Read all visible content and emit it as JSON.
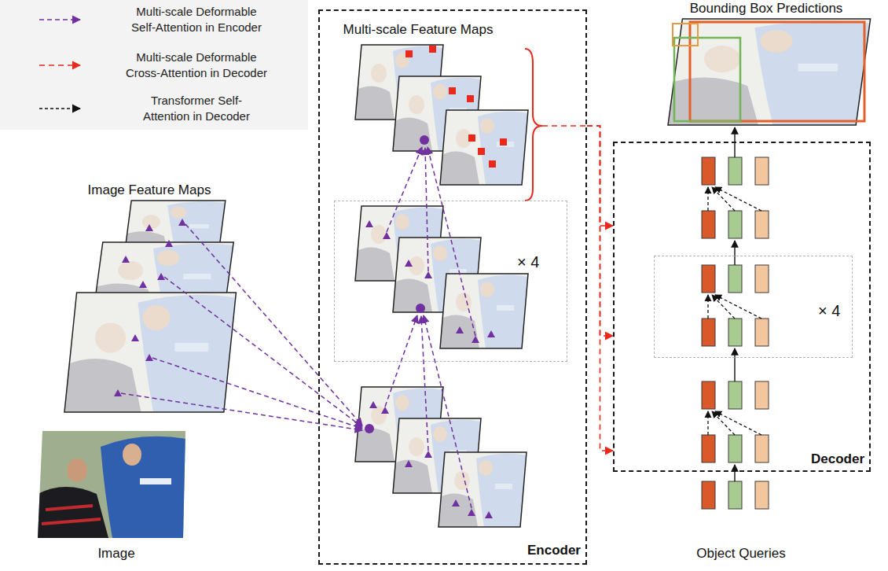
{
  "diagram": {
    "nodes": [
      {
        "text": [
          "Multi-scale Feature Maps",
          "Encoder"
        ]
      },
      {
        "text": [
          "× 4"
        ],
        "in": 0
      },
      {
        "text": [
          "Decoder"
        ]
      },
      {
        "text": [
          "× 4"
        ],
        "in": 2
      }
    ],
    "edges": [
      {
        "from": 0,
        "to": 2,
        "arrow": "to"
      },
      {
        "from": 0,
        "to": 2,
        "arrow": "to"
      },
      {
        "from": 0,
        "to": 2,
        "arrow": "to"
      }
    ],
    "labels": [
      "Bounding Box Predictions",
      "Image Feature Maps",
      "Image",
      "Object Queries"
    ],
    "legend": [
      {
        "text": "Multi-scale Deformable Self-Attention in Encoder"
      },
      {
        "text": "Multi-scale Deformable Cross-Attention in Decoder"
      },
      {
        "text": "Transformer Self-Attention in Decoder"
      }
    ]
  }
}
